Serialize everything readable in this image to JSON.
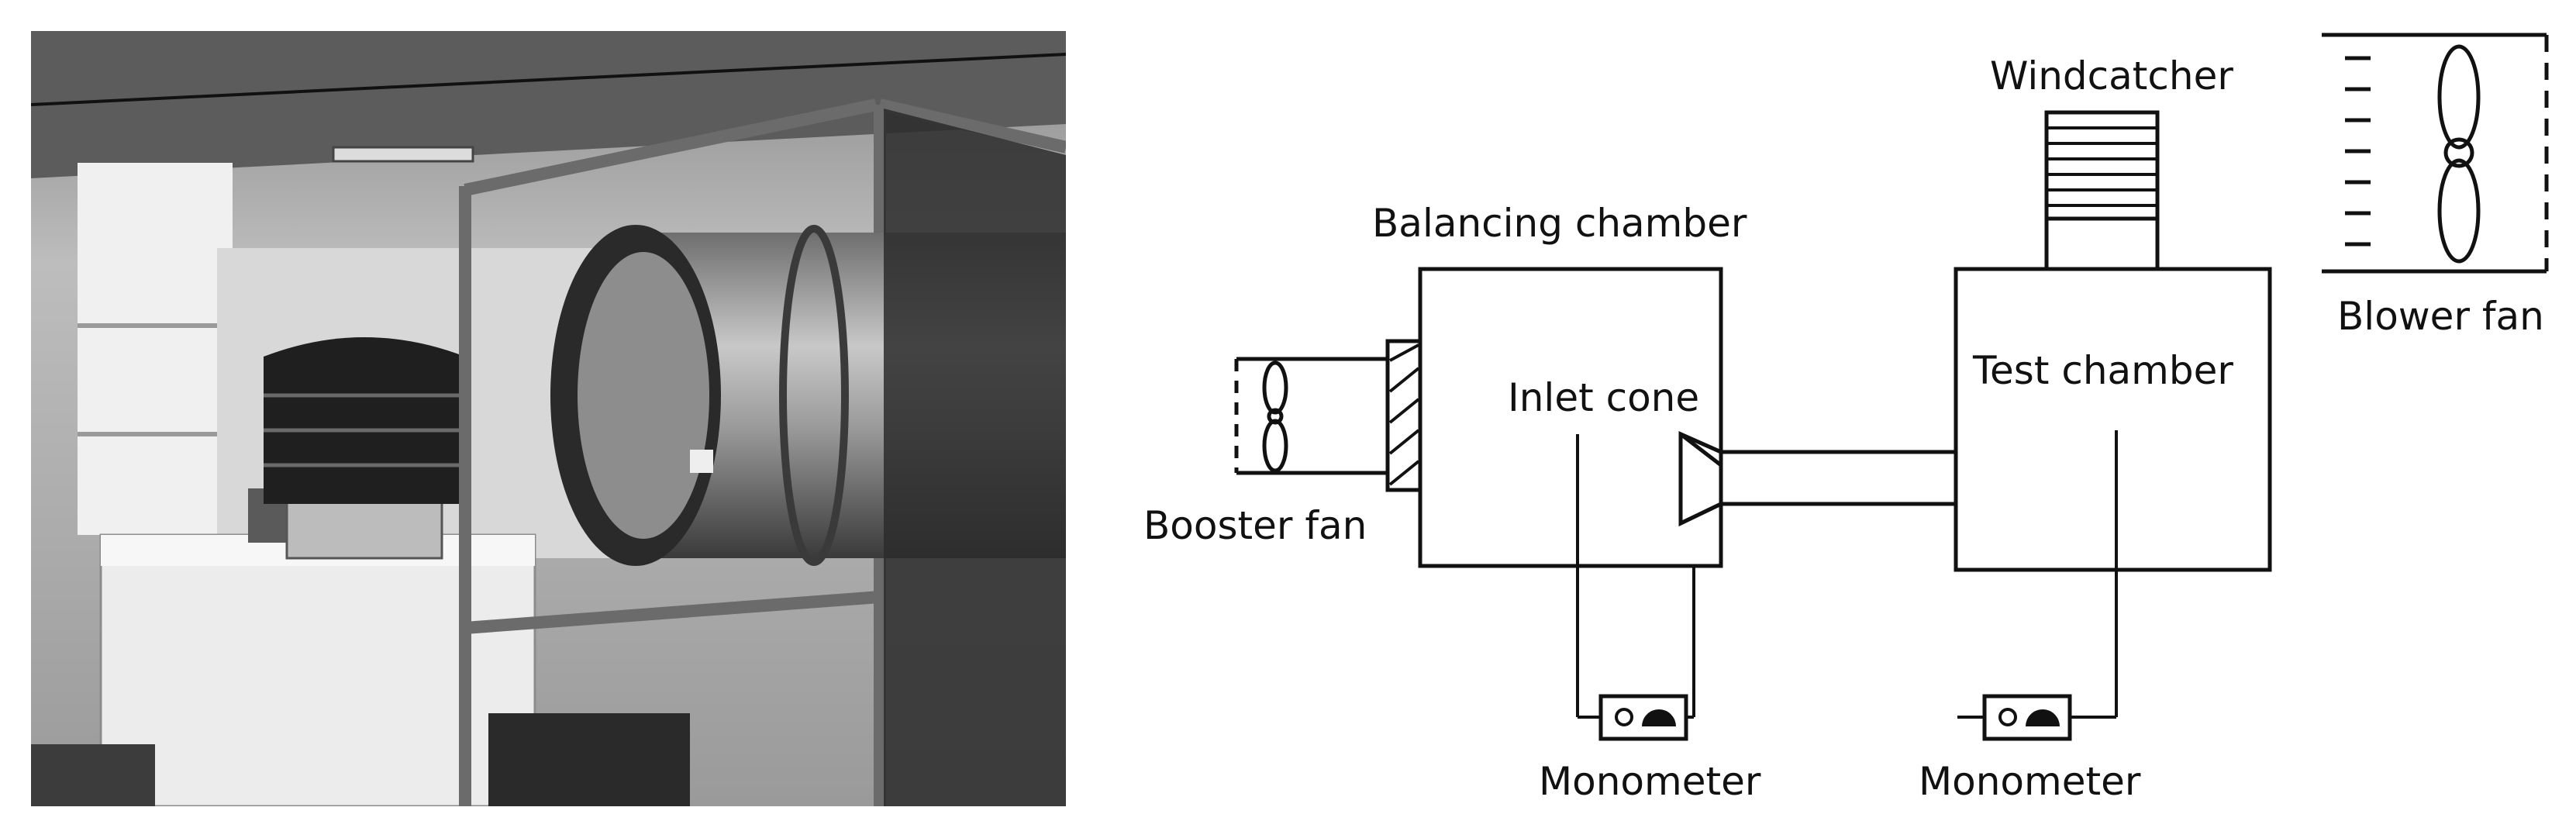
{
  "labels": {
    "balancing_chamber": "Balancing chamber",
    "inlet_cone": "Inlet cone",
    "booster_fan": "Booster fan",
    "windcatcher": "Windcatcher",
    "test_chamber": "Test chamber",
    "blower_fan": "Blower fan",
    "monometer_left": "Monometer",
    "monometer_right": "Monometer"
  },
  "colors": {
    "line": "#111111",
    "photo_dark": "#1c1c1c",
    "photo_light": "#e6e6e6"
  }
}
